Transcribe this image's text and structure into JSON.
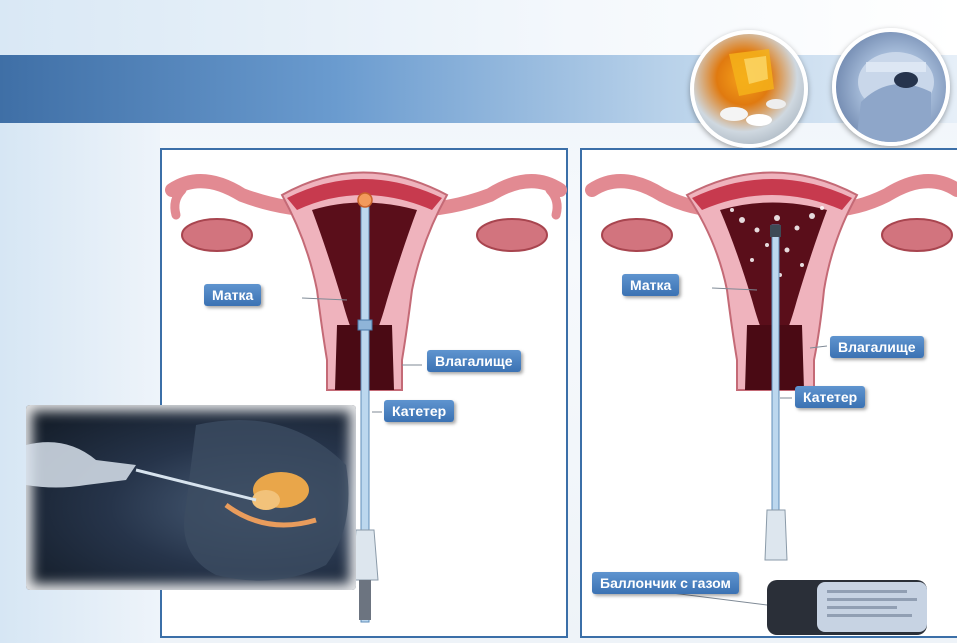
{
  "labels": {
    "left": {
      "uterus": "Матка",
      "vagina": "Влагалище",
      "catheter": "Катетер"
    },
    "right": {
      "uterus": "Матка",
      "vagina": "Влагалище",
      "catheter": "Катетер",
      "gas_canister": "Баллончик с газом"
    }
  },
  "icons": {
    "photo_left": "pills-photo-icon",
    "photo_right": "surgeon-photo-icon",
    "inset": "procedure-illustration-icon"
  },
  "colors": {
    "banner": "#4a7fb8",
    "panel_border": "#3b6fa8",
    "tag_bg": "#4a80c0",
    "uterus_tissue": "#e8a3b0",
    "uterus_dark": "#5a0e1a"
  }
}
